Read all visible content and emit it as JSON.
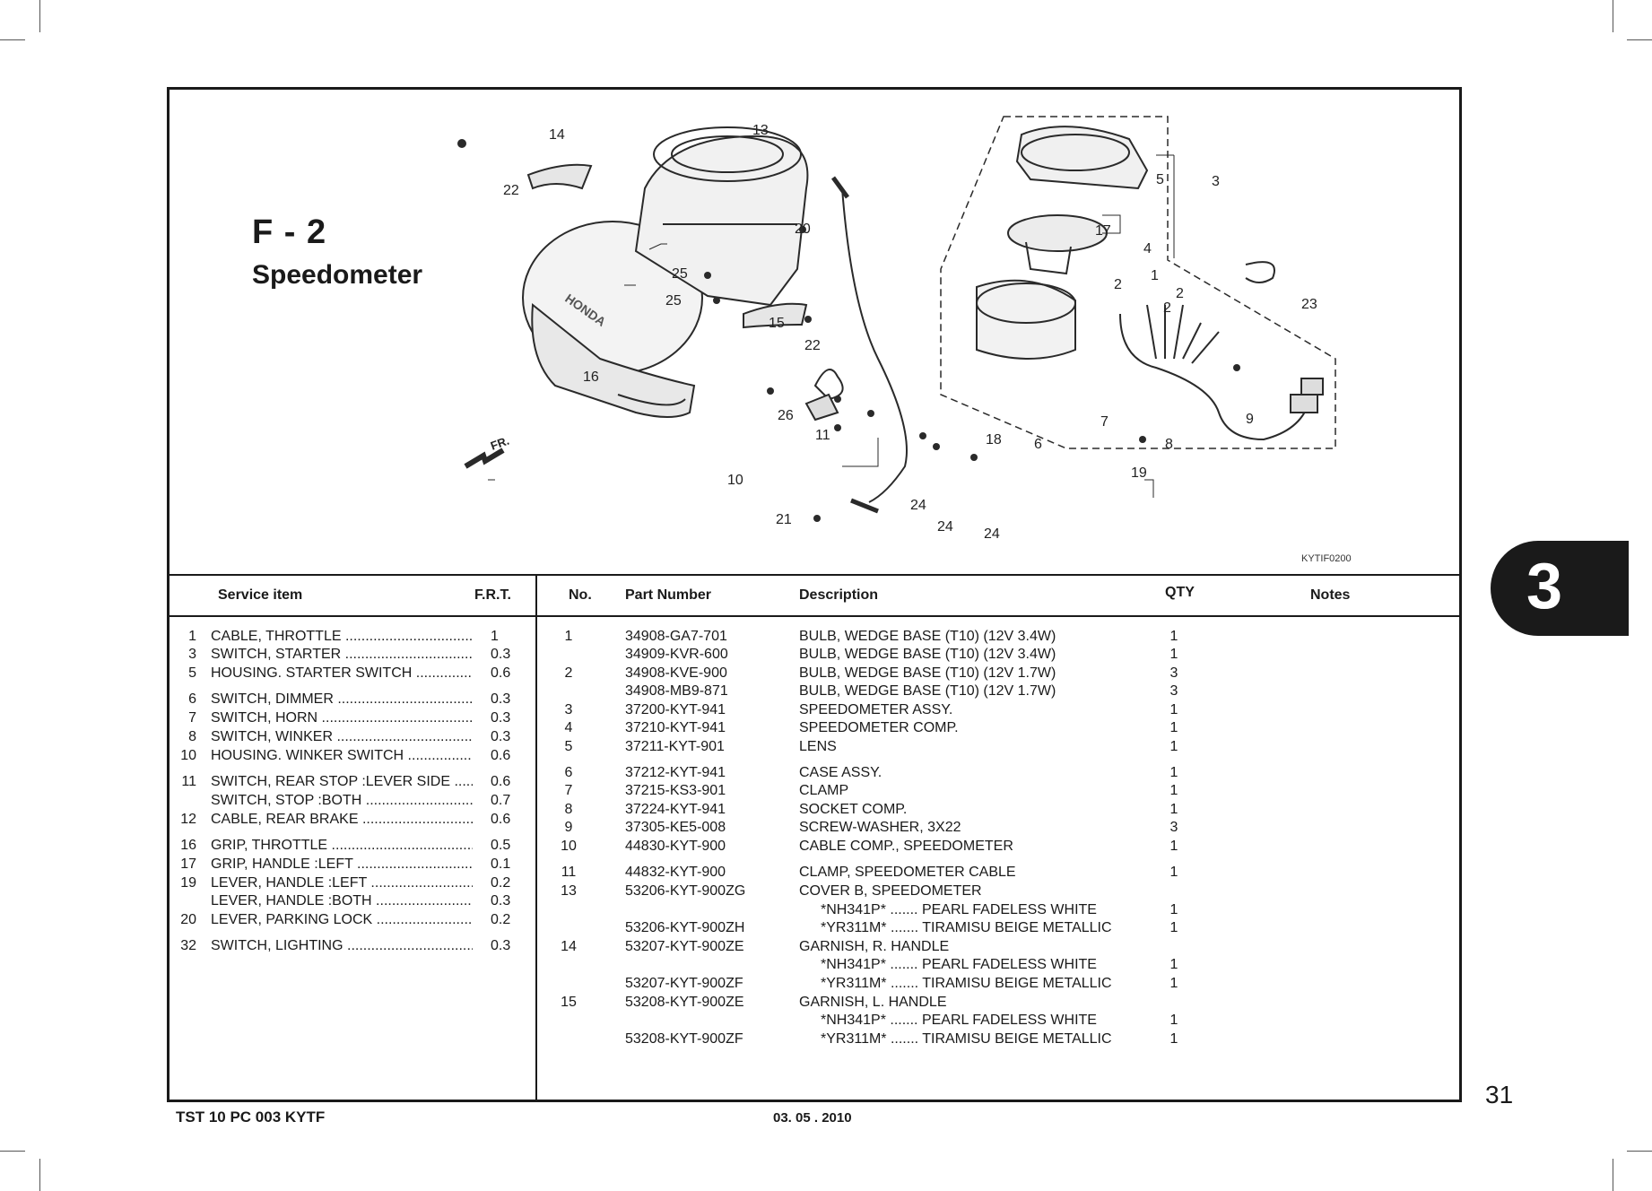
{
  "header": {
    "code": "F - 2",
    "name": "Speedometer"
  },
  "diagram": {
    "image_code": "KYTIF0200",
    "front_marker": "FR.",
    "logo_text": "HONDA",
    "callouts": [
      "14",
      "13",
      "22",
      "20",
      "25",
      "25",
      "15",
      "22",
      "16",
      "26",
      "11",
      "10",
      "21",
      "5",
      "3",
      "17",
      "4",
      "2",
      "1",
      "2",
      "2",
      "23",
      "7",
      "9",
      "8",
      "18",
      "6",
      "19",
      "24",
      "24",
      "24"
    ]
  },
  "service_table": {
    "headers": {
      "item": "Service item",
      "frt": "F.R.T."
    },
    "rows": [
      {
        "no": "1",
        "item": "CABLE, THROTTLE",
        "frt": "1"
      },
      {
        "no": "3",
        "item": "SWITCH, STARTER",
        "frt": "0.3"
      },
      {
        "no": "5",
        "item": "HOUSING. STARTER SWITCH",
        "frt": "0.6"
      },
      {
        "no": "6",
        "item": "SWITCH, DIMMER",
        "frt": "0.3"
      },
      {
        "no": "7",
        "item": "SWITCH, HORN",
        "frt": "0.3"
      },
      {
        "no": "8",
        "item": "SWITCH, WINKER",
        "frt": "0.3"
      },
      {
        "no": "10",
        "item": "HOUSING. WINKER SWITCH",
        "frt": "0.6"
      },
      {
        "no": "11",
        "item": "SWITCH, REAR STOP :LEVER SIDE",
        "frt": "0.6"
      },
      {
        "no": "",
        "item": "SWITCH, STOP :BOTH",
        "frt": "0.7"
      },
      {
        "no": "12",
        "item": "CABLE, REAR BRAKE",
        "frt": "0.6"
      },
      {
        "no": "16",
        "item": "GRIP, THROTTLE",
        "frt": "0.5"
      },
      {
        "no": "17",
        "item": "GRIP, HANDLE :LEFT",
        "frt": "0.1"
      },
      {
        "no": "19",
        "item": "LEVER, HANDLE :LEFT",
        "frt": "0.2"
      },
      {
        "no": "",
        "item": "LEVER, HANDLE :BOTH",
        "frt": "0.3"
      },
      {
        "no": "20",
        "item": "LEVER, PARKING LOCK",
        "frt": "0.2"
      },
      {
        "no": "32",
        "item": "SWITCH, LIGHTING",
        "frt": "0.3"
      }
    ]
  },
  "parts_table": {
    "headers": {
      "no": "No.",
      "part": "Part Number",
      "desc": "Description",
      "qty": "QTY",
      "notes": "Notes"
    },
    "rows": [
      {
        "no": "1",
        "part": "34908-GA7-701",
        "desc": "BULB, WEDGE BASE (T10) (12V 3.4W)",
        "qty": "1"
      },
      {
        "no": "",
        "part": "34909-KVR-600",
        "desc": "BULB, WEDGE BASE (T10) (12V 3.4W)",
        "qty": "1"
      },
      {
        "no": "2",
        "part": "34908-KVE-900",
        "desc": "BULB, WEDGE BASE (T10)  (12V 1.7W)",
        "qty": "3"
      },
      {
        "no": "",
        "part": "34908-MB9-871",
        "desc": "BULB, WEDGE BASE (T10) (12V 1.7W)",
        "qty": "3"
      },
      {
        "no": "3",
        "part": "37200-KYT-941",
        "desc": "SPEEDOMETER ASSY.",
        "qty": "1"
      },
      {
        "no": "4",
        "part": "37210-KYT-941",
        "desc": "SPEEDOMETER COMP.",
        "qty": "1"
      },
      {
        "no": "5",
        "part": "37211-KYT-901",
        "desc": "LENS",
        "qty": "1"
      },
      {
        "no": "6",
        "part": "37212-KYT-941",
        "desc": "CASE ASSY.",
        "qty": "1"
      },
      {
        "no": "7",
        "part": "37215-KS3-901",
        "desc": "CLAMP",
        "qty": "1"
      },
      {
        "no": "8",
        "part": "37224-KYT-941",
        "desc": "SOCKET COMP.",
        "qty": "1"
      },
      {
        "no": "9",
        "part": "37305-KE5-008",
        "desc": "SCREW-WASHER, 3X22",
        "qty": "3"
      },
      {
        "no": "10",
        "part": "44830-KYT-900",
        "desc": "CABLE COMP., SPEEDOMETER",
        "qty": "1"
      },
      {
        "no": "11",
        "part": "44832-KYT-900",
        "desc": "CLAMP, SPEEDOMETER CABLE",
        "qty": "1"
      },
      {
        "no": "13",
        "part": "53206-KYT-900ZG",
        "desc": "COVER B, SPEEDOMETER",
        "qty": ""
      },
      {
        "no": "",
        "part": "",
        "desc": "*NH341P* ....... PEARL FADELESS WHITE",
        "qty": "1"
      },
      {
        "no": "",
        "part": "53206-KYT-900ZH",
        "desc": "*YR311M* ....... TIRAMISU BEIGE METALLIC",
        "qty": "1"
      },
      {
        "no": "14",
        "part": "53207-KYT-900ZE",
        "desc": "GARNISH, R. HANDLE",
        "qty": ""
      },
      {
        "no": "",
        "part": "",
        "desc": "*NH341P* ....... PEARL FADELESS WHITE",
        "qty": "1"
      },
      {
        "no": "",
        "part": "53207-KYT-900ZF",
        "desc": "*YR311M* ....... TIRAMISU BEIGE METALLIC",
        "qty": "1"
      },
      {
        "no": "15",
        "part": "53208-KYT-900ZE",
        "desc": "GARNISH, L. HANDLE",
        "qty": ""
      },
      {
        "no": "",
        "part": "",
        "desc": "*NH341P* ....... PEARL FADELESS WHITE",
        "qty": "1"
      },
      {
        "no": "",
        "part": "53208-KYT-900ZF",
        "desc": "*YR311M* ....... TIRAMISU BEIGE METALLIC",
        "qty": "1"
      }
    ]
  },
  "footer": {
    "doc_code": "TST 10 PC 003 KYTF",
    "date": "03. 05 . 2010",
    "page": "31",
    "section_tab": "3"
  }
}
